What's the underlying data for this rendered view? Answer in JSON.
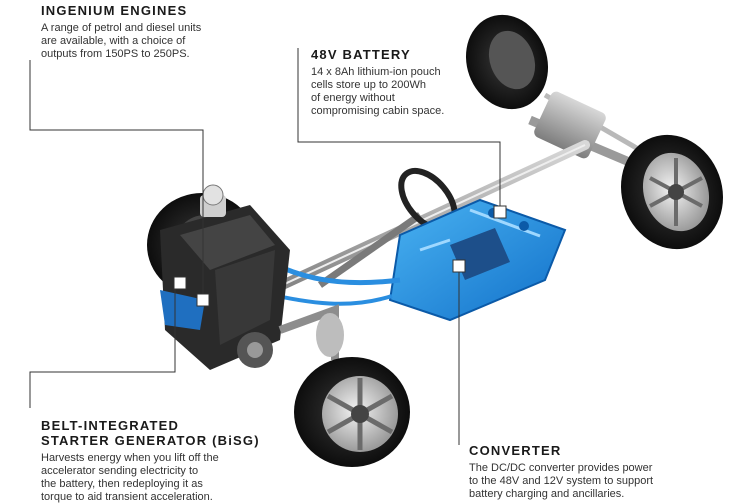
{
  "callouts": {
    "engines": {
      "title": "INGENIUM ENGINES",
      "lines": [
        "A range of petrol and diesel units",
        "are available, with a choice of",
        "outputs from 150PS to 250PS."
      ]
    },
    "battery": {
      "title": "48V BATTERY",
      "lines": [
        "14 x 8Ah lithium-ion pouch",
        "cells store up to 200Wh",
        "of energy without",
        "compromising cabin space."
      ]
    },
    "bisg": {
      "title_lines": [
        "BELT-INTEGRATED",
        "STARTER GENERATOR (BiSG)"
      ],
      "lines": [
        "Harvests energy when you lift off the",
        "accelerator sending electricity to",
        "the battery, then redeploying it as",
        "torque to aid transient acceleration."
      ]
    },
    "converter": {
      "title": "CONVERTER",
      "lines": [
        "The DC/DC converter provides power",
        "to the 48V and 12V system to support",
        "battery charging and ancillaries."
      ]
    }
  }
}
